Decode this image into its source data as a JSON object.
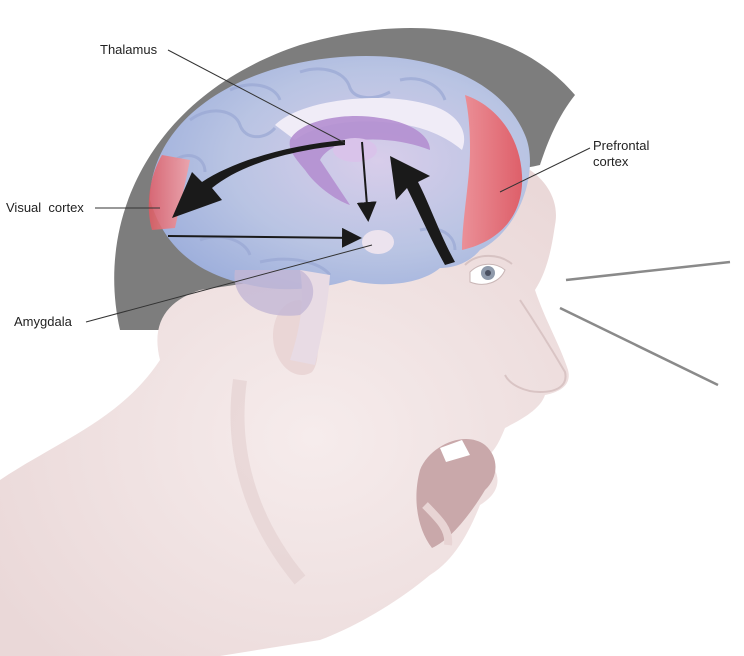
{
  "labels": {
    "thalamus": "Thalamus",
    "visual_cortex": "Visual  cortex",
    "amygdala": "Amygdala",
    "prefrontal_line1": "Prefrontal",
    "prefrontal_line2": "cortex"
  },
  "colors": {
    "skin": "#f1e3e3",
    "skin_shadow": "#e6d3d3",
    "hair": "#7d7d7d",
    "brain": "#b7c2e0",
    "brain_dark": "#8f9fd0",
    "limbic": "#b48fd0",
    "cortex_red": "#e65c63",
    "arrow": "#1a1a1a",
    "leader_line": "#333333"
  }
}
